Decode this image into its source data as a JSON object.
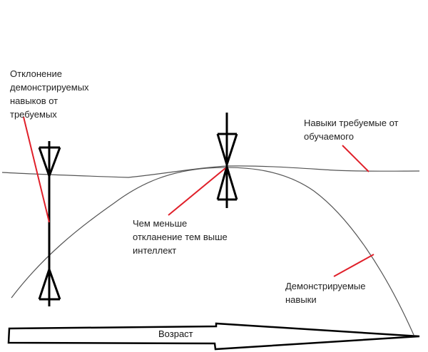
{
  "labels": {
    "deviation": [
      "Отклонение",
      "демонстрируемых",
      "навыков от",
      "требуемых"
    ],
    "required": [
      "Навыки требуемые от",
      "обучаемого"
    ],
    "smaller": [
      "Чем меньше",
      "откланение тем выше",
      "интеллект"
    ],
    "demonstrated": [
      "Демонстрируемые",
      "навыки"
    ]
  },
  "axis": {
    "label": "Возраст"
  },
  "colors": {
    "ink": "#000000",
    "curve": "#555555",
    "pointer": "#e0202a"
  }
}
